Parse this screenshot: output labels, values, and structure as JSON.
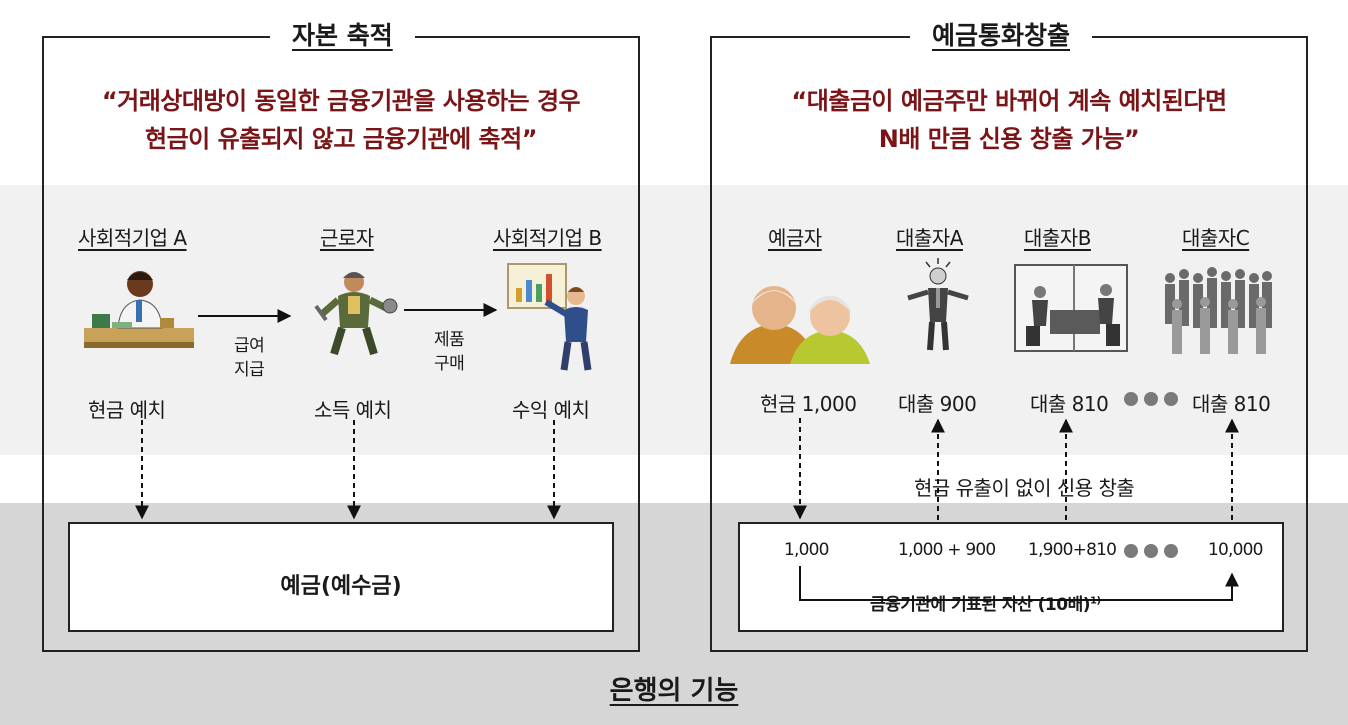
{
  "left_panel": {
    "title": "자본 축적",
    "quote_line1": "“거래상대방이 동일한 금융기관을 사용하는 경우",
    "quote_line2": "현금이 유출되지 않고 금융기관에 축적”",
    "actors": [
      "사회적기업 A",
      "근로자",
      "사회적기업 B"
    ],
    "actions": [
      "현금 예치",
      "소득 예치",
      "수익 예치"
    ],
    "flow_wage": [
      "급여",
      "지급"
    ],
    "flow_purchase": [
      "제품",
      "구매"
    ],
    "deposit_box": "예금(예수금)"
  },
  "right_panel": {
    "title": "예금통화창출",
    "quote_line1": "“대출금이 예금주만 바뀌어 계속 예치된다면",
    "quote_line2": "N배 만큼 신용 창출 가능”",
    "actors": [
      "예금자",
      "대출자A",
      "대출자B",
      "대출자C"
    ],
    "amounts": [
      "현금 1,000",
      "대출 900",
      "대출 810",
      "대출 810"
    ],
    "middle_note": "현금 유출이 없이 신용 창출",
    "ledger": [
      "1,000",
      "1,000 + 900",
      "1,900+810",
      "10,000"
    ],
    "asset_label": "금융기관에 기표된 자산 (10배)",
    "asset_footnote": "1)"
  },
  "footer_title": "은행의 기능",
  "colors": {
    "quote": "#7b1416",
    "band_light": "#f1f1f1",
    "band_dark": "#d6d6d6",
    "ellipsis_dot": "#7a7a7a"
  },
  "illustrations": [
    "clerk-at-desk-icon",
    "worker-with-tools-icon",
    "presenter-with-chart-icon",
    "elderly-couple-icon",
    "stressed-man-icon",
    "office-meeting-icon",
    "crowd-icon"
  ]
}
